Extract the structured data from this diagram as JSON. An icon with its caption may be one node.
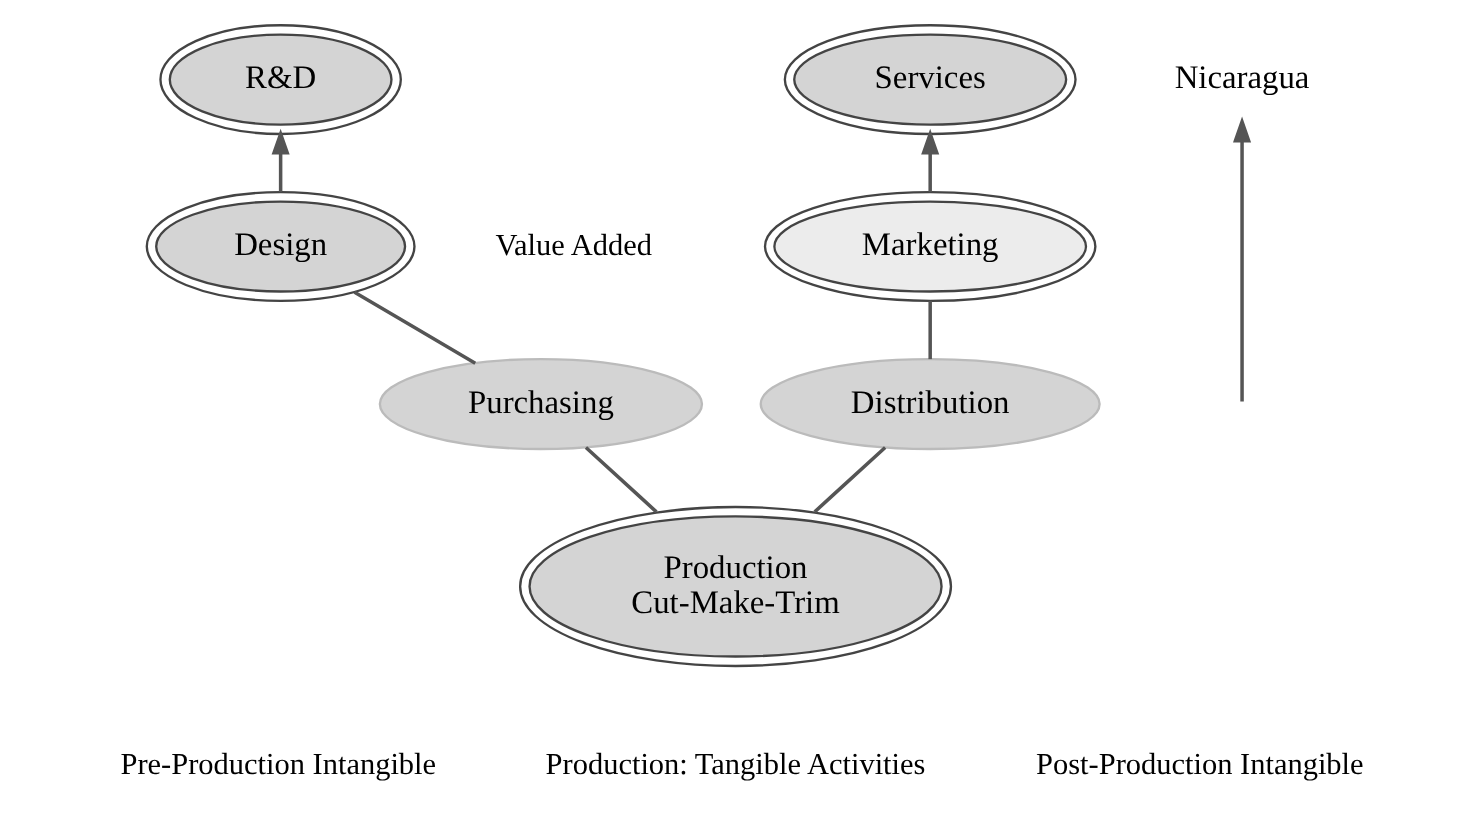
{
  "diagram": {
    "nodes": [
      {
        "text": [
          "R&D"
        ]
      },
      {
        "text": [
          "Design"
        ]
      },
      {
        "text": [
          "Purchasing"
        ]
      },
      {
        "text": [
          "Production Cut-Make-Trim"
        ]
      },
      {
        "text": [
          "Distribution"
        ]
      },
      {
        "text": [
          "Marketing"
        ]
      },
      {
        "text": [
          "Services"
        ]
      },
      {
        "text": [
          "Nicaragua"
        ]
      }
    ],
    "edges": [
      {
        "from": 3,
        "to": 2,
        "arrow": "none"
      },
      {
        "from": 3,
        "to": 4,
        "arrow": "none"
      },
      {
        "from": 2,
        "to": 1,
        "arrow": "none"
      },
      {
        "from": 4,
        "to": 5,
        "arrow": "none"
      },
      {
        "from": 1,
        "to": 0,
        "arrow": "to"
      },
      {
        "from": 5,
        "to": 6,
        "arrow": "to"
      },
      {
        "from": null,
        "to": 7,
        "arrow": "to"
      }
    ],
    "labels": [
      "Value Added",
      "Pre-Production Intangible",
      "Production: Tangible Activities",
      "Post-Production Intangible"
    ]
  }
}
